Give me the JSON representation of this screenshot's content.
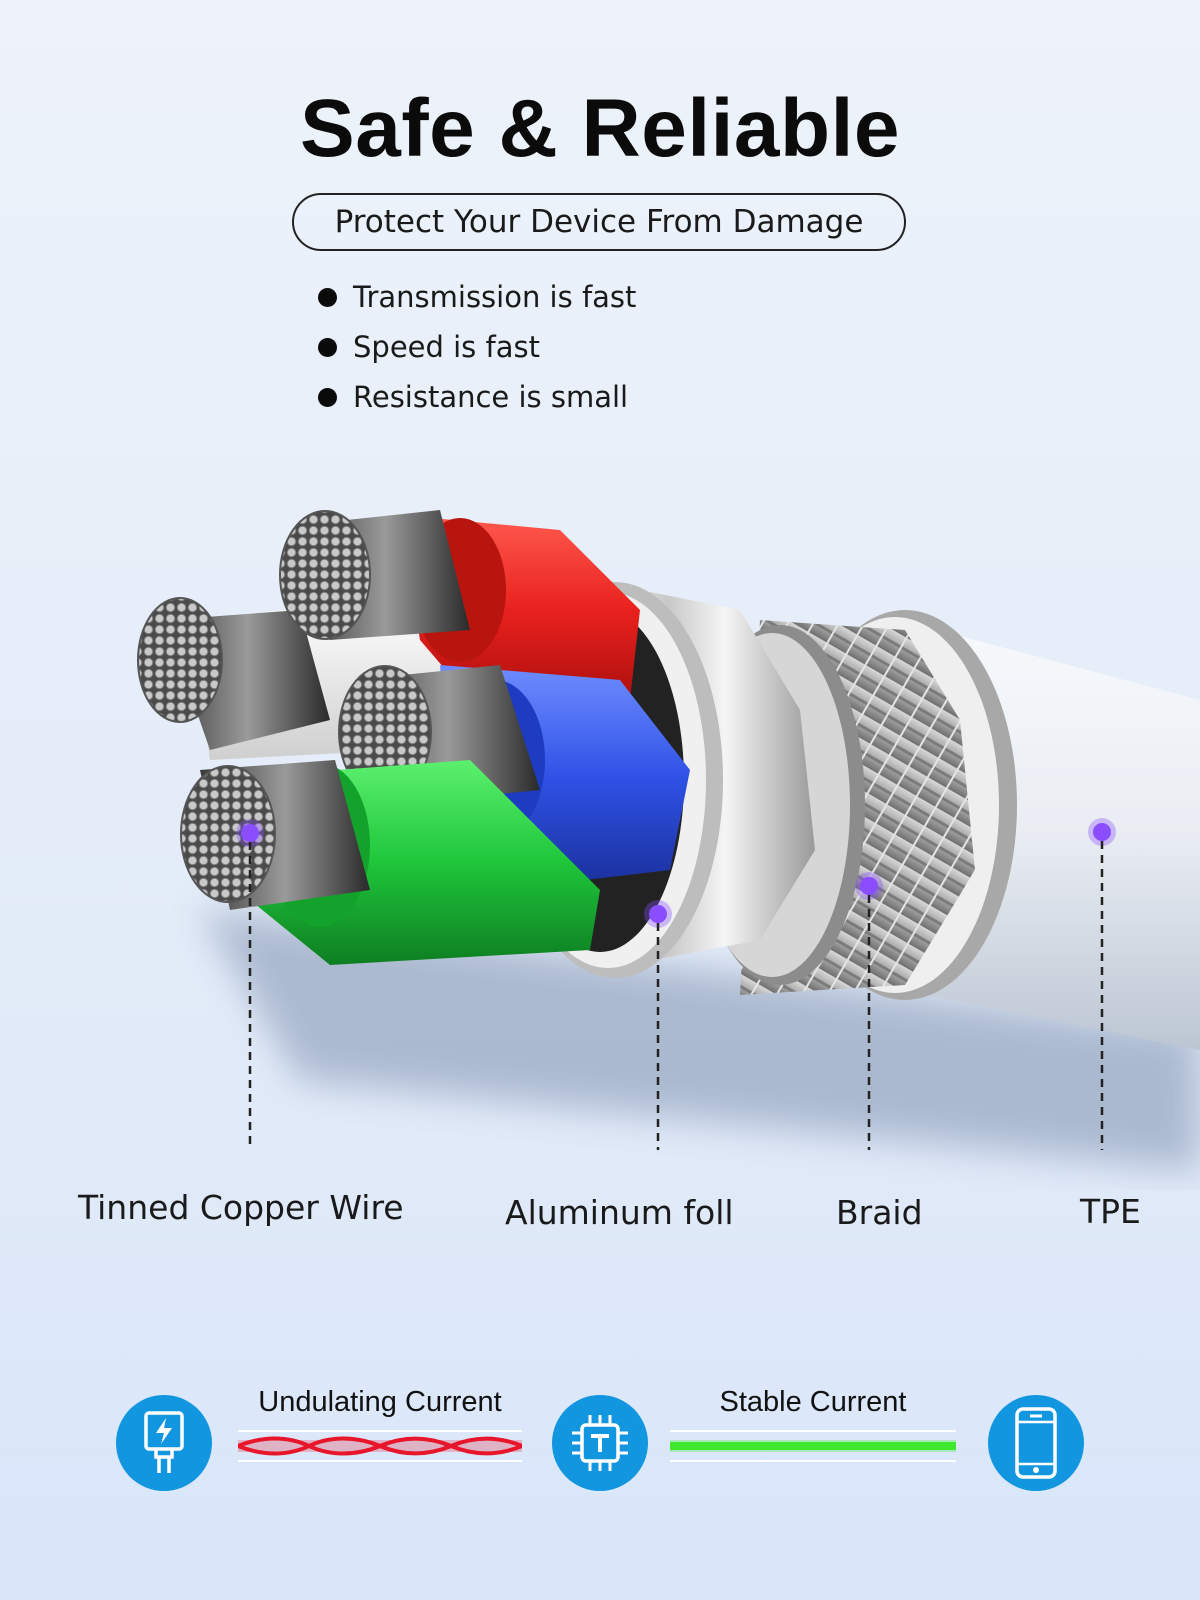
{
  "header": {
    "title": "Safe & Reliable",
    "subtitle": "Protect Your Device From Damage"
  },
  "features": [
    "Transmission is fast",
    "Speed is fast",
    "Resistance is small"
  ],
  "layers": {
    "copper": "Tinned Copper Wire",
    "foil": "Aluminum foll",
    "braid": "Braid",
    "tpe": "TPE"
  },
  "current": {
    "undulating": "Undulating Current",
    "stable": "Stable Current"
  },
  "icons": {
    "charger": "charger-plug-icon",
    "chip": "chip-icon",
    "phone": "phone-icon"
  },
  "colors": {
    "wire_red": "#e8201d",
    "wire_blue": "#2f52e6",
    "wire_green": "#1ec63a",
    "marker": "#8a4dff",
    "icon_circle": "#1296e0",
    "undulating_line": "#e8162a",
    "stable_line": "#3de82e"
  }
}
